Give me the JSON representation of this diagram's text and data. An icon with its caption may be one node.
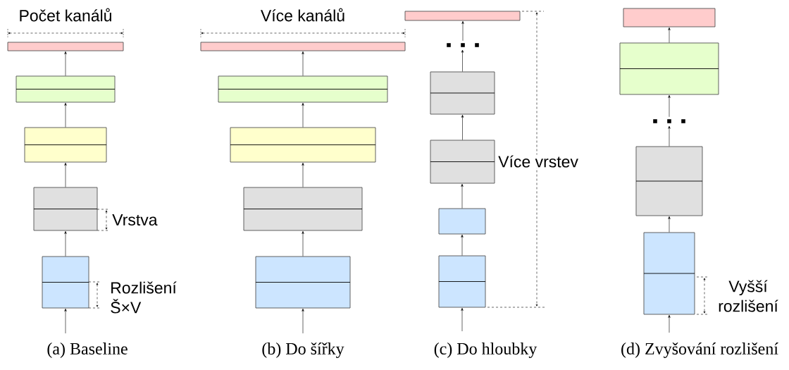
{
  "diagram": {
    "nodes": [
      {
        "text": [],
        "shape": "bar"
      },
      {
        "text": [],
        "shape": "box"
      },
      {
        "text": [],
        "shape": "box"
      },
      {
        "text": [],
        "shape": "box"
      },
      {
        "text": [],
        "shape": "box"
      },
      {
        "text": [],
        "shape": "bar"
      },
      {
        "text": [],
        "shape": "box"
      },
      {
        "text": [],
        "shape": "box"
      },
      {
        "text": [],
        "shape": "box"
      },
      {
        "text": [],
        "shape": "box"
      },
      {
        "text": [],
        "shape": "bar"
      },
      {
        "text": [],
        "shape": "dots"
      },
      {
        "text": [],
        "shape": "box"
      },
      {
        "text": [],
        "shape": "box"
      },
      {
        "text": [],
        "shape": "box"
      },
      {
        "text": [],
        "shape": "box"
      },
      {
        "text": [],
        "shape": "bar"
      },
      {
        "text": [],
        "shape": "box"
      },
      {
        "text": [],
        "shape": "dots"
      },
      {
        "text": [],
        "shape": "box"
      },
      {
        "text": [],
        "shape": "box"
      }
    ],
    "edges": [
      {
        "from": null,
        "to": 4,
        "arrow": "to"
      },
      {
        "from": 4,
        "to": 3,
        "arrow": "to"
      },
      {
        "from": 3,
        "to": 2,
        "arrow": "to"
      },
      {
        "from": 2,
        "to": 1,
        "arrow": "to"
      },
      {
        "from": 1,
        "to": 0,
        "arrow": "to"
      },
      {
        "from": null,
        "to": 9,
        "arrow": "to"
      },
      {
        "from": 9,
        "to": 8,
        "arrow": "to"
      },
      {
        "from": 8,
        "to": 7,
        "arrow": "to"
      },
      {
        "from": 7,
        "to": 6,
        "arrow": "to"
      },
      {
        "from": 6,
        "to": 5,
        "arrow": "to"
      },
      {
        "from": null,
        "to": 15,
        "arrow": "to"
      },
      {
        "from": 15,
        "to": 14,
        "arrow": "to"
      },
      {
        "from": 14,
        "to": 13,
        "arrow": "to"
      },
      {
        "from": 13,
        "to": 12,
        "arrow": "to"
      },
      {
        "from": 12,
        "to": 11,
        "arrow": "to"
      },
      {
        "from": 11,
        "to": 10,
        "arrow": "to"
      },
      {
        "from": null,
        "to": 20,
        "arrow": "to"
      },
      {
        "from": 20,
        "to": 19,
        "arrow": "to"
      },
      {
        "from": 19,
        "to": 18,
        "arrow": "to"
      },
      {
        "from": 18,
        "to": 17,
        "arrow": "to"
      },
      {
        "from": 17,
        "to": 16,
        "arrow": "to"
      }
    ],
    "labels": [
      "Počet kanálů",
      "Vrstva",
      "Rozlišení Š×V",
      "Více kanálů",
      "Více vrstev",
      "Vyšší rozlišení",
      "(a) Baseline",
      "(b) Do šířky",
      "(c) Do hloubky",
      "(d) Zvyšování rozlišení"
    ]
  }
}
